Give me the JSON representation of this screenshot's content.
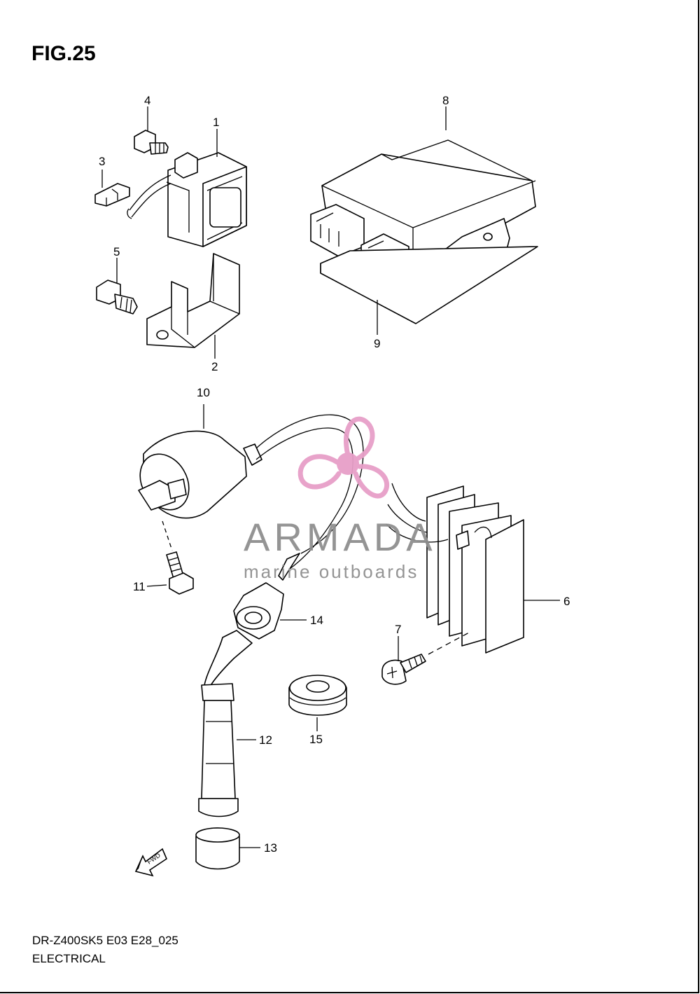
{
  "figure": {
    "title": "FIG.25",
    "model_code": "DR-Z400SK5 E03 E28_025",
    "section": "ELECTRICAL"
  },
  "callouts": [
    "1",
    "2",
    "3",
    "4",
    "5",
    "6",
    "7",
    "8",
    "9",
    "10",
    "11",
    "12",
    "13",
    "14",
    "15"
  ],
  "direction_marker": "FWD",
  "watermark": {
    "brand": "ARMADA",
    "tagline": "marine outboards",
    "logo_color": "#e79fc8",
    "text_color": "#8f8f8f"
  }
}
